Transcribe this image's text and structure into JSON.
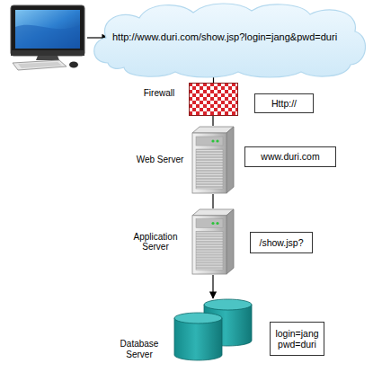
{
  "diagram": {
    "nodes": [
      {
        "text": [
          "http://www.duri.com/show.jsp?login=jang&pwd=duri"
        ]
      },
      {
        "text": [
          "Firewall"
        ]
      },
      {
        "text": [
          "Http://"
        ]
      },
      {
        "text": [
          "Web Server"
        ]
      },
      {
        "text": [
          "www.duri.com"
        ]
      },
      {
        "text": [
          "Application Server"
        ]
      },
      {
        "text": [
          "/show.jsp?"
        ]
      },
      {
        "text": [
          "Database Server"
        ]
      },
      {
        "text": [
          "login=jang pwd=duri"
        ]
      }
    ],
    "edges": [
      {
        "from": 0,
        "to": 1,
        "arrow": "none"
      },
      {
        "from": 1,
        "to": 3,
        "arrow": "none"
      },
      {
        "from": 3,
        "to": 5,
        "arrow": "none"
      },
      {
        "from": 5,
        "to": 7,
        "arrow": "to"
      }
    ]
  }
}
